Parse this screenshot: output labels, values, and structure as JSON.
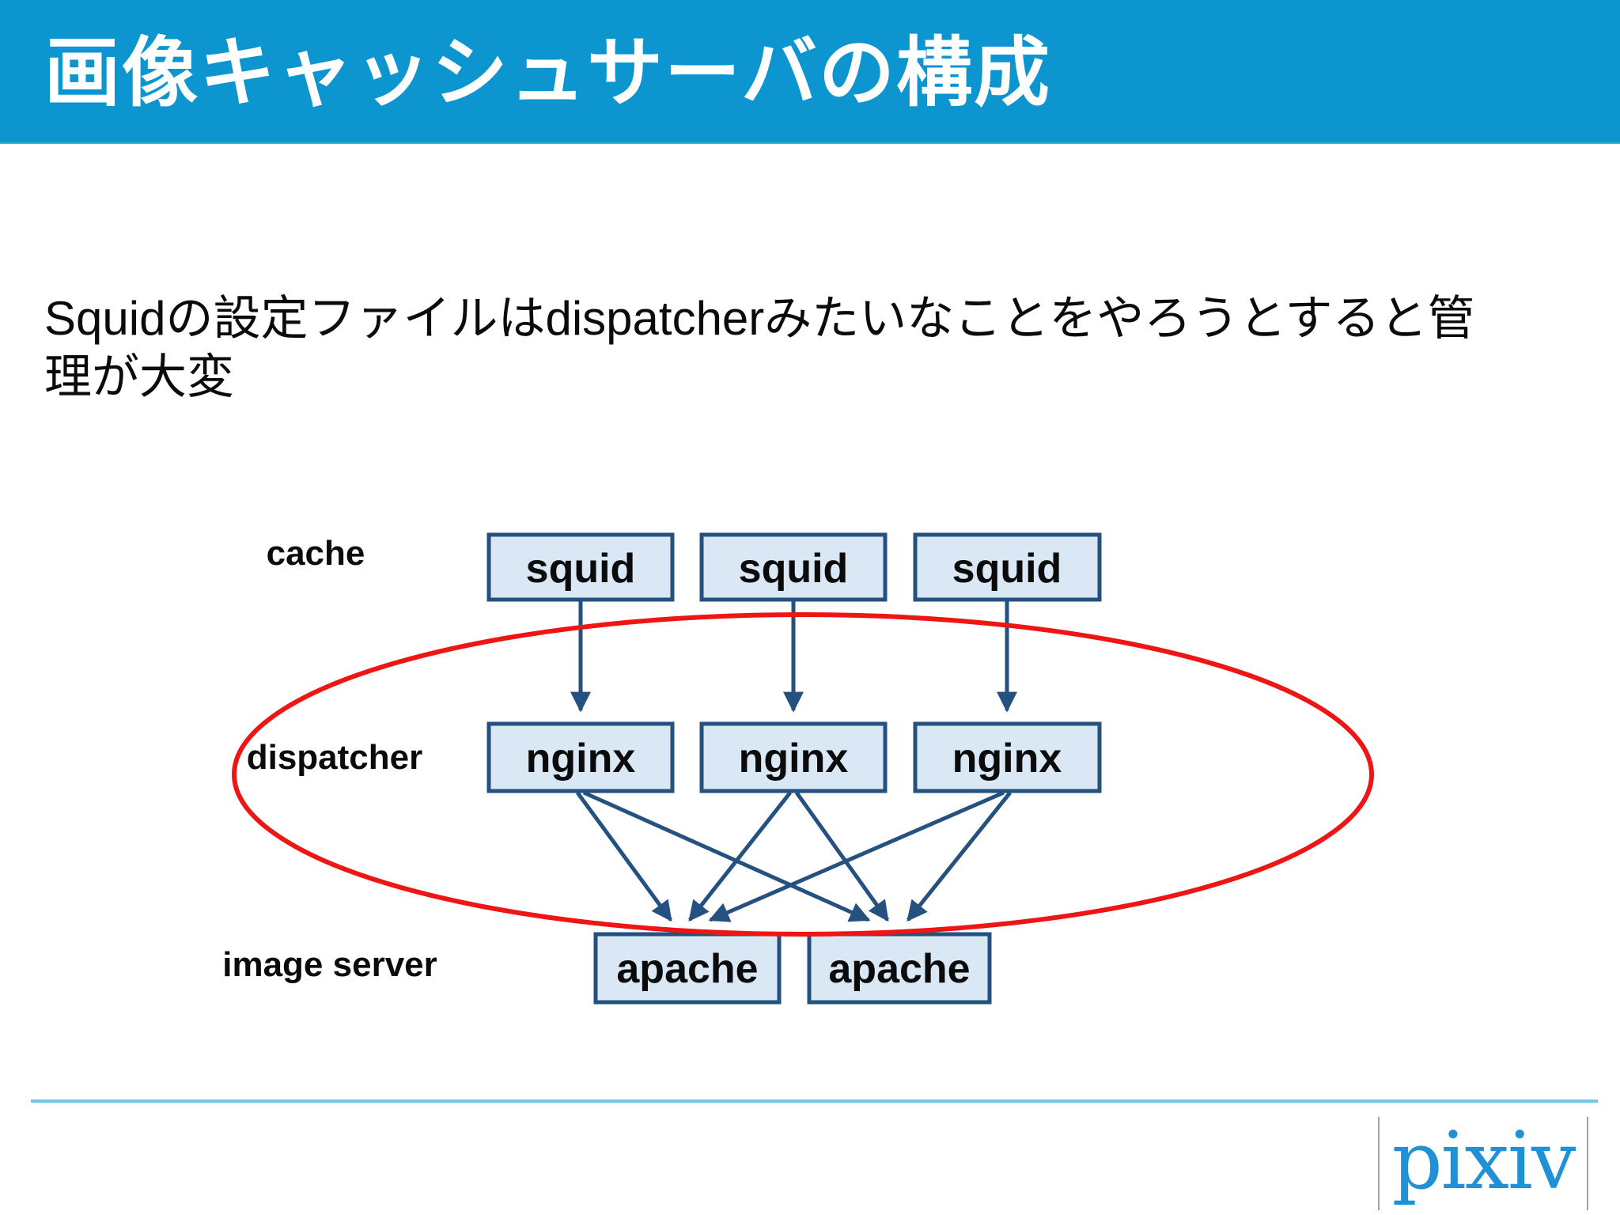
{
  "header": {
    "title": "画像キャッシュサーバの構成"
  },
  "body": {
    "line1": "Squidの設定ファイルはdispatcherみたいなことをやろうとすると管",
    "line2": "理が大変"
  },
  "diagram": {
    "rows": [
      {
        "label": "cache",
        "nodes": [
          "squid",
          "squid",
          "squid"
        ]
      },
      {
        "label": "dispatcher",
        "nodes": [
          "nginx",
          "nginx",
          "nginx"
        ]
      },
      {
        "label": "image server",
        "nodes": [
          "apache",
          "apache"
        ]
      }
    ],
    "connections": {
      "cache_to_dispatcher": "each squid has a vertical arrow to the nginx directly below it",
      "dispatcher_to_image_server": "every nginx has arrows to both apache servers (fully crossed)"
    },
    "highlight": {
      "shape": "red-ellipse",
      "around": "dispatcher layer"
    }
  },
  "footer": {
    "logo_text": "pixiv"
  },
  "colors": {
    "header_bg": "#0c95cf",
    "title_text": "#ffffff",
    "body_text": "#0b0b0b",
    "node_fill": "#dae7f5",
    "node_border": "#24517f",
    "arrow": "#24517f",
    "highlight_ellipse": "#ee1515",
    "divider": "#74c6e8",
    "logo_blue": "#2191d6"
  }
}
